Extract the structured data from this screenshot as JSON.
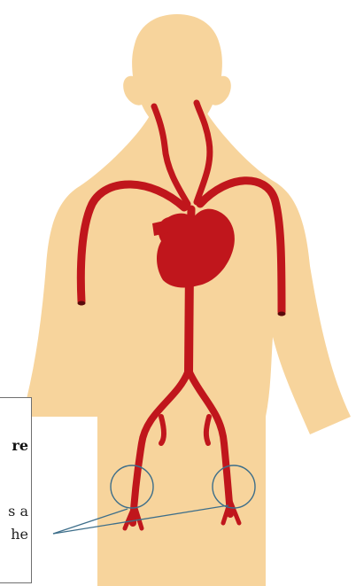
{
  "colors": {
    "skin": "#f7d49c",
    "artery": "#c0161c",
    "artery_end": "#5a0a0c",
    "callout_circle": "#3d6e8a",
    "callout_border": "#6f6f6f"
  },
  "callout": {
    "title_fragment": "re",
    "line1_fragment": "s a",
    "line2_fragment": "he"
  }
}
